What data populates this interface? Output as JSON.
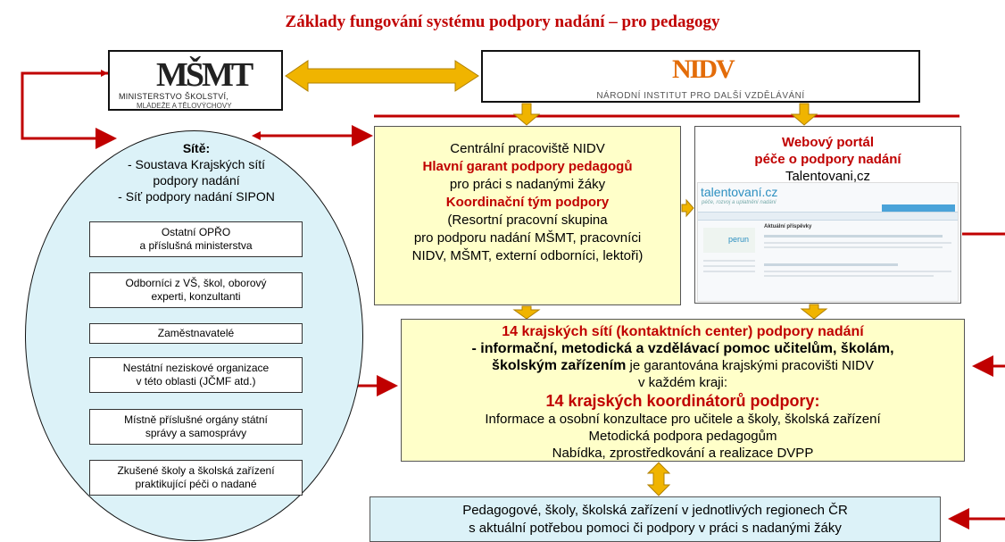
{
  "title": "Základy fungování systému podpory nadání – pro pedagogy",
  "msmt": {
    "logo": "MŠMT",
    "line1": "MINISTERSTVO ŠKOLSTVÍ,",
    "line2": "MLÁDEŽE A TĚLOVÝCHOVY"
  },
  "nidv": {
    "logo": "NIDV",
    "name": "NÁRODNÍ INSTITUT PRO DALŠÍ VZDĚLÁVÁNÍ"
  },
  "central": {
    "line1": "Centrální pracoviště NIDV",
    "line2": "Hlavní garant podpory pedagogů",
    "line3": "pro práci s nadanými žáky",
    "line4": "Koordinační tým podpory",
    "line5": "(Resortní pracovní skupina",
    "line6": "pro podporu nadání MŠMT, pracovníci",
    "line7": "NIDV, MŠMT, externí odborníci, lektoři)"
  },
  "portal": {
    "line1": "Webový portál",
    "line2": "péče o podpory nadání",
    "line3": "Talentovani,cz",
    "site_logo": "talentovaní.cz",
    "site_tagline": "péče, rozvoj a uplatnění nadání",
    "site_brand": "perun",
    "site_section": "Aktuální příspěvky"
  },
  "site": {
    "title": "Sítě:",
    "item1": "- Soustava Krajských sítí",
    "item1b": "podpory nadání",
    "item2": "- Síť podpory nadání SIPON"
  },
  "boxes": [
    "Ostatní OPŘO\na příslušná ministerstva",
    "Odborníci z VŠ, škol, oborový\nexperti, konzultanti",
    "Zaměstnavatelé",
    "Nestátní neziskové organizace\nv této oblasti (JČMF atd.)",
    "Místně příslušné orgány státní\nsprávy a samosprávy",
    "Zkušené školy a školská zařízení\npraktikující péči o nadané"
  ],
  "regional": {
    "line1": "14 krajských sítí (kontaktních center) podpory nadání",
    "line2": "- informační, metodická a vzdělávací pomoc učitelům, školám,",
    "line3a": "školským zařízením",
    "line3b": " je garantována krajskými pracovišti NIDV",
    "line4": "v každém kraji:",
    "line5": "14 krajských koordinátorů podpory:",
    "line6": "Informace a osobní konzultace pro učitele a školy, školská zařízení",
    "line7": "Metodická podpora pedagogům",
    "line8": "Nabídka, zprostředkování a realizace DVPP"
  },
  "bottom": {
    "line1": "Pedagogové, školy, školská zařízení v jednotlivých regionech ČR",
    "line2": "s aktuální potřebou pomoci či podpory v práci s nadanými žáky"
  },
  "colors": {
    "red": "#c00000",
    "yellow": "#ffffc9",
    "arrow_gold": "#f0b400",
    "light_blue": "#dcf2f8"
  }
}
